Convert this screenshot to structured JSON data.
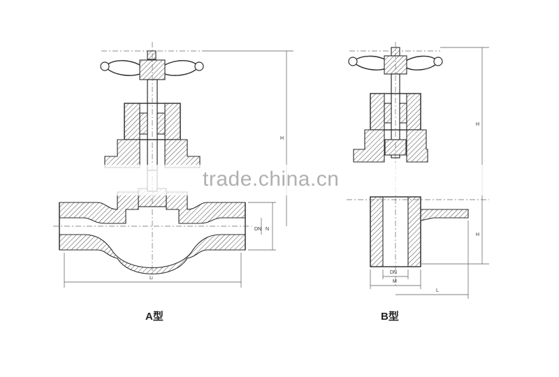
{
  "captions": {
    "type_a": "A型",
    "type_b": "B型"
  },
  "watermark": "trade.china.cn",
  "type_a_dims": {
    "height": "H",
    "length": "L",
    "bore": "DN",
    "outer": "N"
  },
  "type_b_dims": {
    "height": "H",
    "height_lower": "H",
    "bore": "DN",
    "outer": "M",
    "length": "L"
  },
  "colors": {
    "line": "#2b2b2b",
    "watermark": "#969696",
    "background": "#ffffff"
  }
}
